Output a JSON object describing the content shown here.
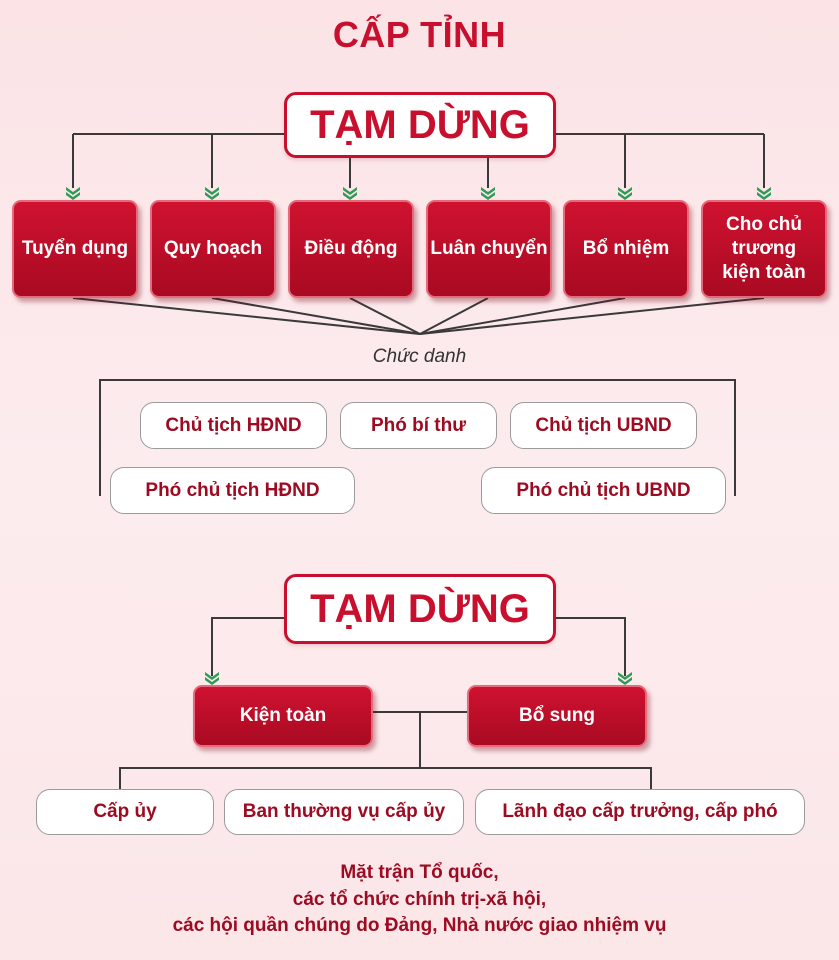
{
  "title": "CẤP TỈNH",
  "section1": {
    "pause_label": "TẠM DỪNG",
    "actions": [
      "Tuyển dụng",
      "Quy hoạch",
      "Điều động",
      "Luân chuyển",
      "Bổ nhiệm",
      "Cho chủ trương kiện toàn"
    ],
    "positions_label": "Chức danh",
    "positions": [
      "Chủ tịch HĐND",
      "Phó bí thư",
      "Chủ tịch UBND",
      "Phó chủ tịch HĐND",
      "Phó chủ tịch UBND"
    ]
  },
  "section2": {
    "pause_label": "TẠM DỪNG",
    "actions": [
      "Kiện toàn",
      "Bổ sung"
    ],
    "scopes": [
      "Cấp ủy",
      "Ban thường vụ cấp ủy",
      "Lãnh đạo cấp trưởng, cấp phó"
    ]
  },
  "footer": {
    "lines": [
      "Mặt trận Tổ quốc,",
      "các tổ chức chính trị-xã hội,",
      "các hội quần chúng do Đảng, Nhà nước giao nhiệm vụ"
    ]
  },
  "colors": {
    "primary_red": "#c8102e",
    "dark_red": "#9d0b22",
    "arrow_green": "#2e9b57"
  }
}
